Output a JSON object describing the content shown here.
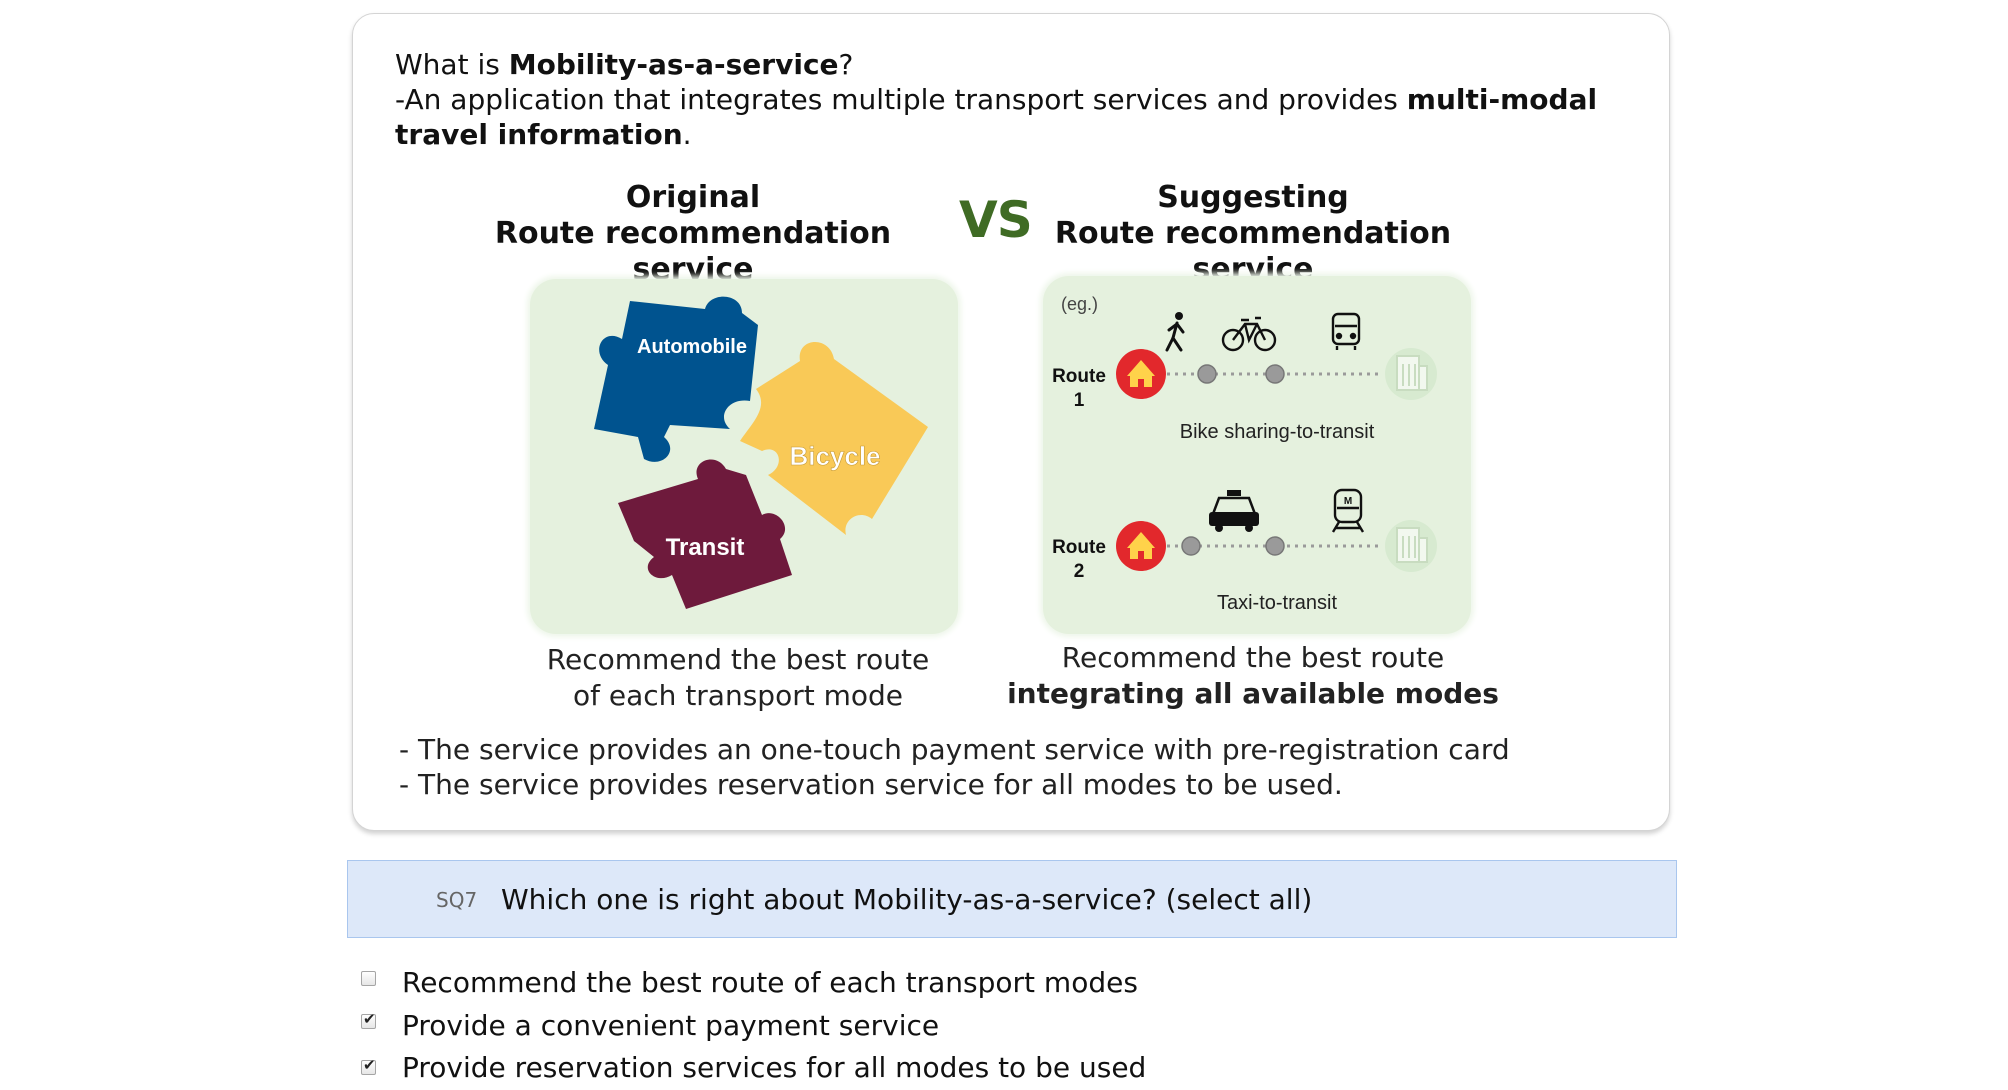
{
  "intro": {
    "line1_prefix": "What is ",
    "line1_bold": "Mobility-as-a-service",
    "line1_suffix": "?",
    "line2_prefix": "-An application that integrates multiple transport services and provides ",
    "line2_bold": "multi-modal travel information",
    "line2_suffix": "."
  },
  "comparison": {
    "left_title_1": "Original",
    "left_title_2": "Route recommendation service",
    "vs": "VS",
    "right_title_1": "Suggesting",
    "right_title_2": "Route recommendation service",
    "puzzle": {
      "automobile": "Automobile",
      "bicycle": "Bicycle",
      "transit": "Transit",
      "colors": {
        "automobile": "#00538f",
        "bicycle": "#f9c957",
        "transit": "#6e1a3c"
      }
    },
    "example": {
      "eg": "(eg.)",
      "route1_label": "Route",
      "route1_num": "1",
      "route1_caption": "Bike sharing-to-transit",
      "route2_label": "Route",
      "route2_num": "2",
      "route2_caption": "Taxi-to-transit",
      "route1_icons": [
        "walk-icon",
        "bicycle-icon",
        "bus-icon"
      ],
      "route2_icons": [
        "taxi-icon",
        "train-icon"
      ],
      "origin_icon": "home-icon",
      "destination_icon": "building-icon"
    },
    "left_caption_1": "Recommend the best route",
    "left_caption_2": "of each transport mode",
    "right_caption_1": "Recommend the best route",
    "right_caption_2": "integrating all available modes"
  },
  "bullets": [
    "- The service provides an one-touch payment service with pre-registration card",
    "- The service provides reservation service for all modes to be used."
  ],
  "question": {
    "number": "SQ7",
    "text": "Which one is right about Mobility-as-a-service? (select all)"
  },
  "options": [
    {
      "label": "Recommend the best route of each transport modes",
      "checked": false
    },
    {
      "label": "Provide a convenient payment service",
      "checked": true
    },
    {
      "label": "Provide reservation services for all modes to be used",
      "checked": true
    }
  ]
}
